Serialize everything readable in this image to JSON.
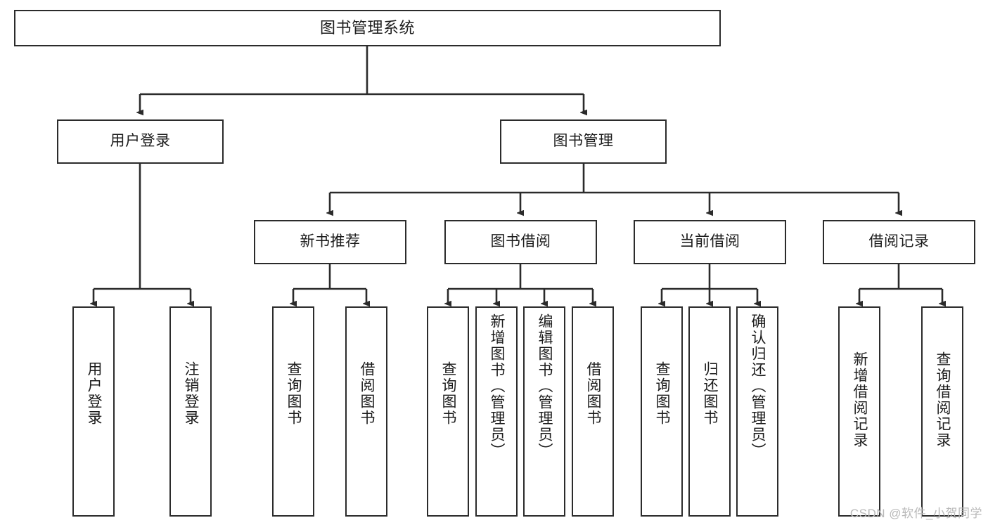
{
  "diagram": {
    "type": "tree",
    "title": "图书管理系统",
    "watermark": "CSDN @软件_小贺同学",
    "colors": {
      "box_border": "#2b2b2b",
      "box_fill": "#ffffff",
      "edge": "#2b2b2b",
      "text": "#1c1c1c",
      "watermark": "#b9b9b9"
    },
    "levels": {
      "root": {
        "label": "图书管理系统"
      },
      "level1": [
        {
          "id": "user-login",
          "label": "用户登录"
        },
        {
          "id": "book-manage",
          "label": "图书管理"
        }
      ],
      "level2": [
        {
          "id": "new-book-recommend",
          "label": "新书推荐",
          "parent": "book-manage"
        },
        {
          "id": "book-borrow",
          "label": "图书借阅",
          "parent": "book-manage"
        },
        {
          "id": "current-borrow",
          "label": "当前借阅",
          "parent": "book-manage"
        },
        {
          "id": "borrow-record",
          "label": "借阅记录",
          "parent": "book-manage"
        }
      ],
      "leaves": [
        {
          "id": "leaf-user-login",
          "label": "用户登录",
          "parent": "user-login"
        },
        {
          "id": "leaf-logout-login",
          "label": "注销登录",
          "parent": "user-login"
        },
        {
          "id": "leaf-query-book-1",
          "label": "查询图书",
          "parent": "new-book-recommend"
        },
        {
          "id": "leaf-borrow-book-1",
          "label": "借阅图书",
          "parent": "new-book-recommend"
        },
        {
          "id": "leaf-query-book-2",
          "label": "查询图书",
          "parent": "book-borrow"
        },
        {
          "id": "leaf-add-book",
          "label": "新增图书（管理员）",
          "parent": "book-borrow"
        },
        {
          "id": "leaf-edit-book",
          "label": "编辑图书（管理员）",
          "parent": "book-borrow"
        },
        {
          "id": "leaf-borrow-book-2",
          "label": "借阅图书",
          "parent": "book-borrow"
        },
        {
          "id": "leaf-query-book-3",
          "label": "查询图书",
          "parent": "current-borrow"
        },
        {
          "id": "leaf-return-book",
          "label": "归还图书",
          "parent": "current-borrow"
        },
        {
          "id": "leaf-confirm-return",
          "label": "确认归还（管理员）",
          "parent": "current-borrow"
        },
        {
          "id": "leaf-add-record",
          "label": "新增借阅记录",
          "parent": "borrow-record"
        },
        {
          "id": "leaf-query-record",
          "label": "查询借阅记录",
          "parent": "borrow-record"
        }
      ]
    }
  }
}
